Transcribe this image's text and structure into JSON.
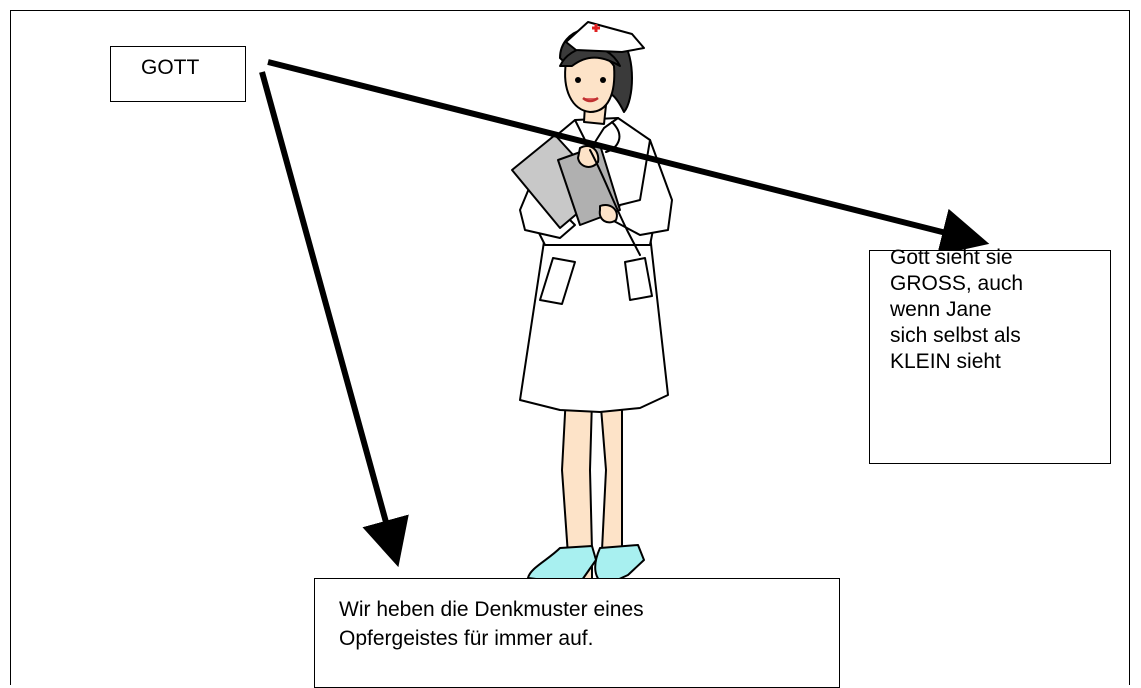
{
  "boxes": {
    "god": "GOTT",
    "right": [
      "Gott sieht sie",
      "GROSS, auch",
      "wenn Jane",
      "sich selbst als",
      "KLEIN sieht"
    ],
    "bottom": [
      "Wir heben die Denkmuster eines",
      "Opfergeistes für immer auf."
    ]
  },
  "figure": {
    "name": "nurse-illustration"
  }
}
